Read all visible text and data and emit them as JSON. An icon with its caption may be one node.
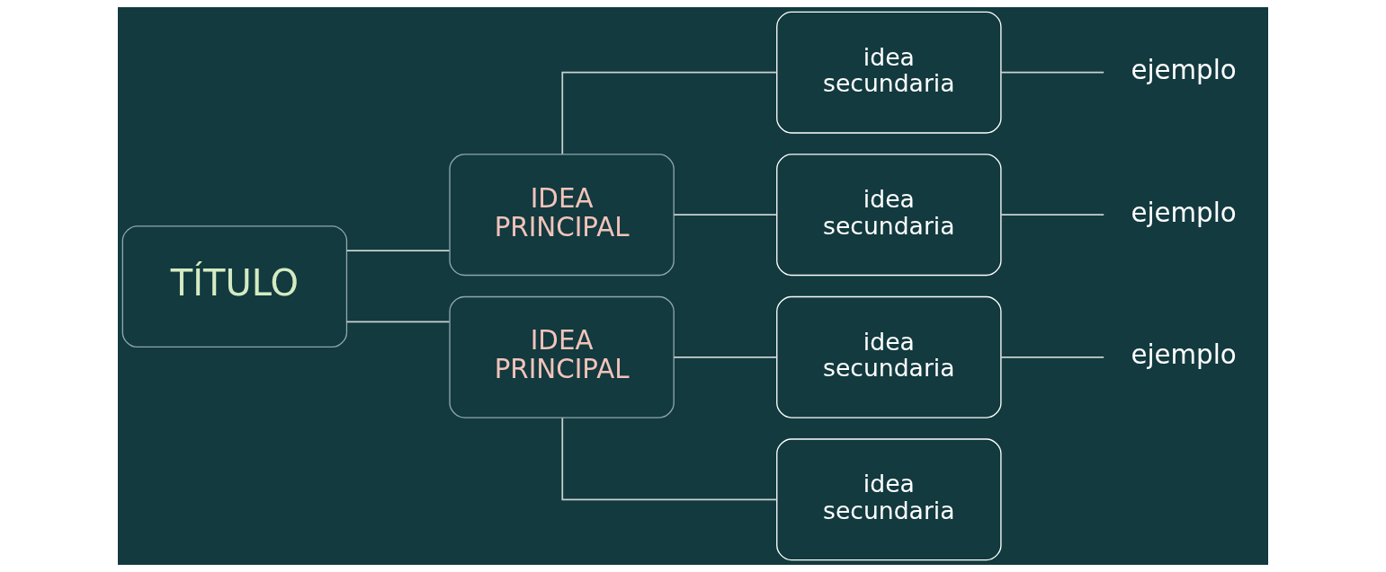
{
  "diagram": {
    "nodes": [
      {
        "text": [
          "TÍTULO"
        ]
      },
      {
        "text": [
          "IDEA PRINCIPAL"
        ]
      },
      {
        "text": [
          "IDEA PRINCIPAL"
        ]
      },
      {
        "text": [
          "idea secundaria"
        ]
      },
      {
        "text": [
          "idea secundaria"
        ]
      },
      {
        "text": [
          "idea secundaria"
        ]
      },
      {
        "text": [
          "idea secundaria"
        ]
      },
      {
        "text": [
          "ejemplo"
        ]
      },
      {
        "text": [
          "ejemplo"
        ]
      },
      {
        "text": [
          "ejemplo"
        ]
      }
    ],
    "edges": [
      {
        "from": 0,
        "to": 1,
        "arrow": "none"
      },
      {
        "from": 0,
        "to": 2,
        "arrow": "none"
      },
      {
        "from": 1,
        "to": 3,
        "arrow": "none"
      },
      {
        "from": 1,
        "to": 4,
        "arrow": "none"
      },
      {
        "from": 2,
        "to": 5,
        "arrow": "none"
      },
      {
        "from": 2,
        "to": 6,
        "arrow": "none"
      },
      {
        "from": 3,
        "to": 7,
        "arrow": "none"
      },
      {
        "from": 4,
        "to": 8,
        "arrow": "none"
      },
      {
        "from": 5,
        "to": 9,
        "arrow": "none"
      }
    ]
  }
}
